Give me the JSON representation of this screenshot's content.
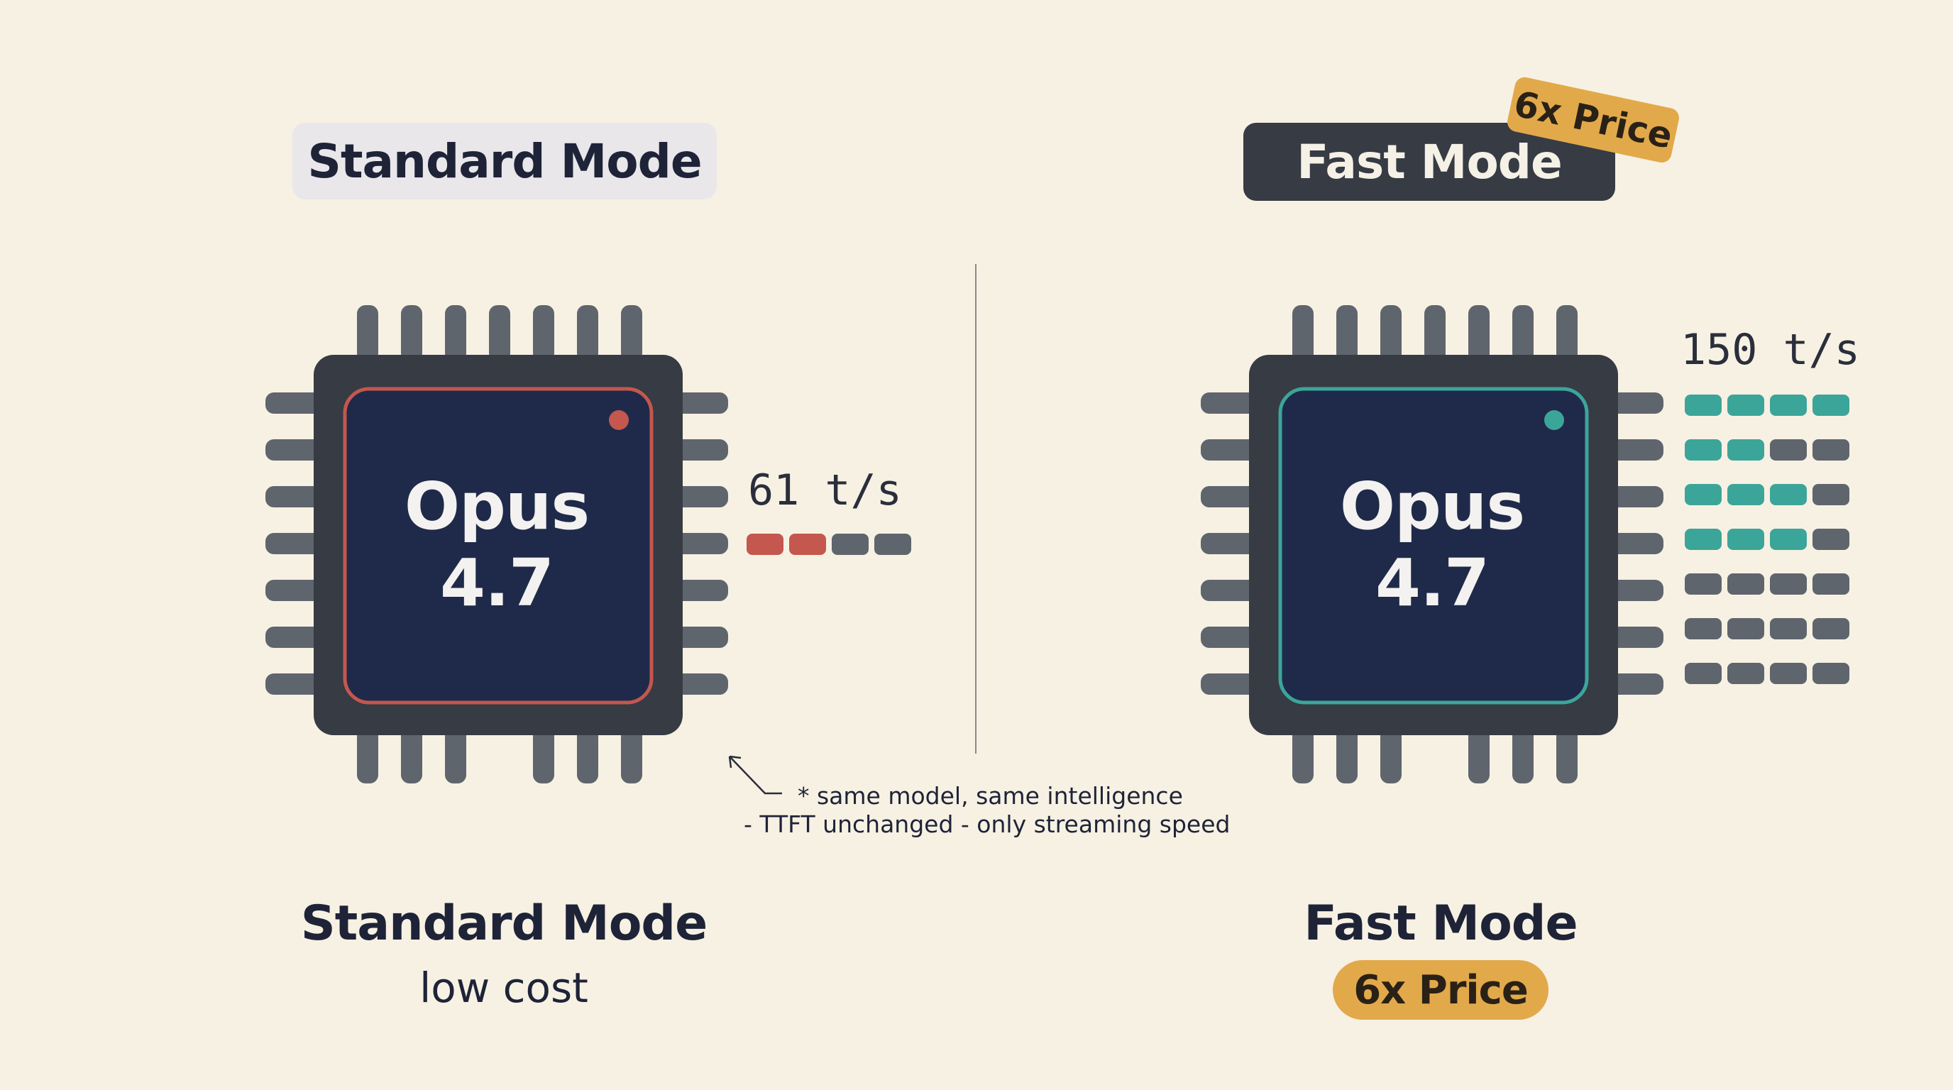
{
  "standard": {
    "header": "Standard Mode",
    "chip_line1": "Opus",
    "chip_line2": "4.7",
    "speed": "61 t/s",
    "speed_bars": {
      "active": 2,
      "total": 4
    },
    "caption_title": "Standard Mode",
    "caption_sub": "low cost",
    "accent_color": "#c4574e"
  },
  "fast": {
    "header": "Fast Mode",
    "price_tag": "6x Price",
    "chip_line1": "Opus",
    "chip_line2": "4.7",
    "speed": "150 t/s",
    "speed_grid": [
      [
        1,
        1,
        1,
        1
      ],
      [
        1,
        1,
        0,
        0
      ],
      [
        1,
        1,
        1,
        0
      ],
      [
        1,
        1,
        1,
        0
      ],
      [
        0,
        0,
        0,
        0
      ],
      [
        0,
        0,
        0,
        0
      ],
      [
        0,
        0,
        0,
        0
      ]
    ],
    "caption_title": "Fast Mode",
    "caption_badge": "6x Price",
    "accent_color": "#3ca599"
  },
  "note": {
    "line1": "* same model, same intelligence",
    "line2": "- TTFT unchanged - only streaming speed",
    "arrow_icon": "arrow-up-left-icon"
  },
  "colors": {
    "background": "#f7f1e3",
    "chip_body": "#363b44",
    "chip_core": "#1f2a4a",
    "pin": "#5f656d",
    "bar_inactive": "#5f656d",
    "tag": "#e2a94b"
  }
}
